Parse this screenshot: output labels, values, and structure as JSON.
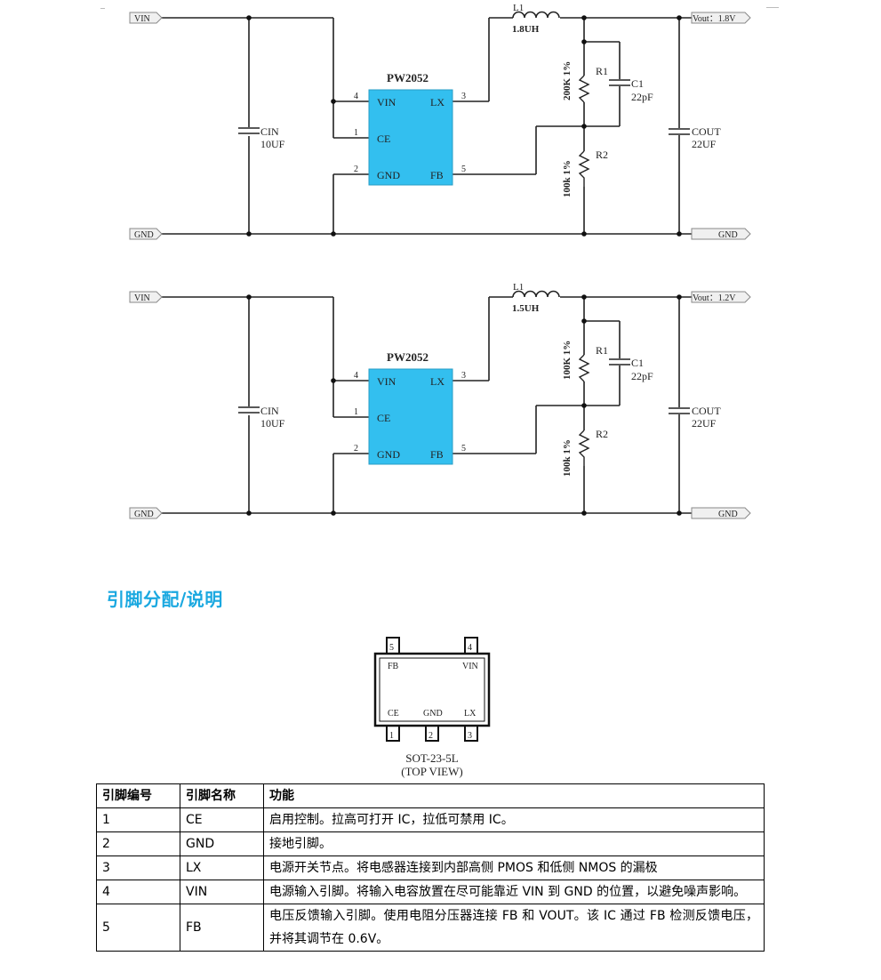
{
  "schematics": [
    {
      "ic": {
        "name": "PW2052",
        "pins_left": [
          {
            "num": "4",
            "label": "VIN"
          },
          {
            "num": "1",
            "label": "CE"
          },
          {
            "num": "2",
            "label": "GND"
          }
        ],
        "pins_right": [
          {
            "num": "3",
            "label": "LX"
          },
          {
            "num": "5",
            "label": "FB"
          }
        ]
      },
      "vin_port": "VIN",
      "gnd_port_left": "GND",
      "gnd_port_right": "GND",
      "vout_port": "Vout：1.8V",
      "cin": {
        "ref": "CIN",
        "value": "10UF"
      },
      "inductor": {
        "ref": "L1",
        "value": "1.8UH"
      },
      "r1": {
        "ref": "R1",
        "value": "200K 1%"
      },
      "r2": {
        "ref": "R2",
        "value": "100k 1%"
      },
      "c1": {
        "ref": "C1",
        "value": "22pF"
      },
      "cout": {
        "ref": "COUT",
        "value": "22UF"
      }
    },
    {
      "ic": {
        "name": "PW2052",
        "pins_left": [
          {
            "num": "4",
            "label": "VIN"
          },
          {
            "num": "1",
            "label": "CE"
          },
          {
            "num": "2",
            "label": "GND"
          }
        ],
        "pins_right": [
          {
            "num": "3",
            "label": "LX"
          },
          {
            "num": "5",
            "label": "FB"
          }
        ]
      },
      "vin_port": "VIN",
      "gnd_port_left": "GND",
      "gnd_port_right": "GND",
      "vout_port": "Vout：1.2V",
      "cin": {
        "ref": "CIN",
        "value": "10UF"
      },
      "inductor": {
        "ref": "L1",
        "value": "1.5UH"
      },
      "r1": {
        "ref": "R1",
        "value": "100K 1%"
      },
      "r2": {
        "ref": "R2",
        "value": "100k 1%"
      },
      "c1": {
        "ref": "C1",
        "value": "22pF"
      },
      "cout": {
        "ref": "COUT",
        "value": "22UF"
      }
    }
  ],
  "section_heading": "引脚分配/说明",
  "package": {
    "top_pins": [
      {
        "num": "5",
        "label": "FB"
      },
      {
        "num": "4",
        "label": "VIN"
      }
    ],
    "bottom_pins": [
      {
        "num": "1",
        "label": "CE"
      },
      {
        "num": "2",
        "label": "GND"
      },
      {
        "num": "3",
        "label": "LX"
      }
    ],
    "name": "SOT-23-5L",
    "view": "(TOP VIEW)"
  },
  "pin_table": {
    "headers": [
      "引脚编号",
      "引脚名称",
      "功能"
    ],
    "rows": [
      {
        "num": "1",
        "name": "CE",
        "func": "启用控制。拉高可打开 IC，拉低可禁用 IC。"
      },
      {
        "num": "2",
        "name": "GND",
        "func": "接地引脚。"
      },
      {
        "num": "3",
        "name": "LX",
        "func": "电源开关节点。将电感器连接到内部高侧 PMOS 和低侧 NMOS 的漏极"
      },
      {
        "num": "4",
        "name": "VIN",
        "func": "电源输入引脚。将输入电容放置在尽可能靠近 VIN 到 GND 的位置，以避免噪声影响。"
      },
      {
        "num": "5",
        "name": "FB",
        "func": "电压反馈输入引脚。使用电阻分压器连接 FB 和 VOUT。该 IC 通过 FB 检测反馈电压，并将其调节在 0.6V。"
      }
    ]
  },
  "colors": {
    "ic_fill": "#33bfef",
    "heading": "#1aa8e0",
    "port_fill": "#f0f0f0"
  }
}
